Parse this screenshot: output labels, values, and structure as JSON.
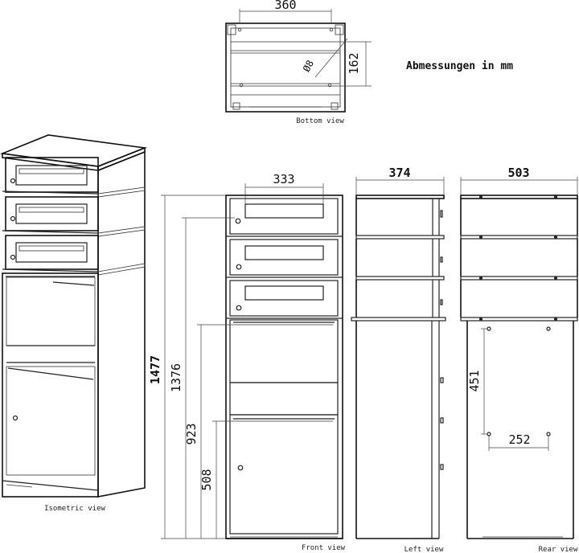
{
  "title": "Abmessungen in mm",
  "views": {
    "bottom": "Bottom view",
    "isometric": "Isometric view",
    "front": "Front view",
    "left": "Left view",
    "rear": "Rear view"
  },
  "dimensions": {
    "bottom_width": "360",
    "bottom_depth": "162",
    "hole_diameter": "Ø8",
    "front_width": "333",
    "left_depth": "374",
    "rear_width": "503",
    "total_height": "1477",
    "height_to_first_box": "1376",
    "height_to_upper_door": "923",
    "height_to_lower_door": "508",
    "rear_hole_vertical": "451",
    "rear_hole_horizontal": "252"
  }
}
